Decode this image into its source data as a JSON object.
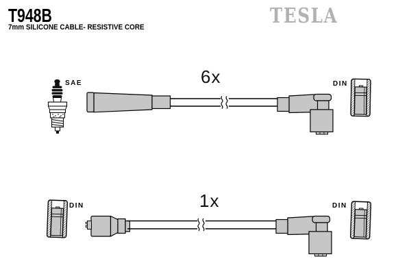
{
  "header": {
    "part_number": "T948B",
    "subtitle": "7mm SILICONE CABLE- RESISTIVE CORE",
    "brand": "TESLA"
  },
  "colors": {
    "brand_gray": "#b2b2b2",
    "boot_fill": "#c6c6c6",
    "outline": "#000000",
    "background": "#ffffff"
  },
  "diagram": {
    "rows": [
      {
        "quantity": "6x",
        "left_connector": "SAE",
        "right_connector": "DIN",
        "icons": [
          "spark-plug-icon",
          "straight-boot-icon",
          "cable-break-icon",
          "elbow-boot-icon",
          "din-socket-icon"
        ]
      },
      {
        "quantity": "1x",
        "left_connector": "DIN",
        "right_connector": "DIN",
        "icons": [
          "din-socket-icon",
          "straight-boot-icon",
          "cable-break-icon",
          "elbow-boot-icon",
          "din-socket-icon"
        ]
      }
    ]
  }
}
